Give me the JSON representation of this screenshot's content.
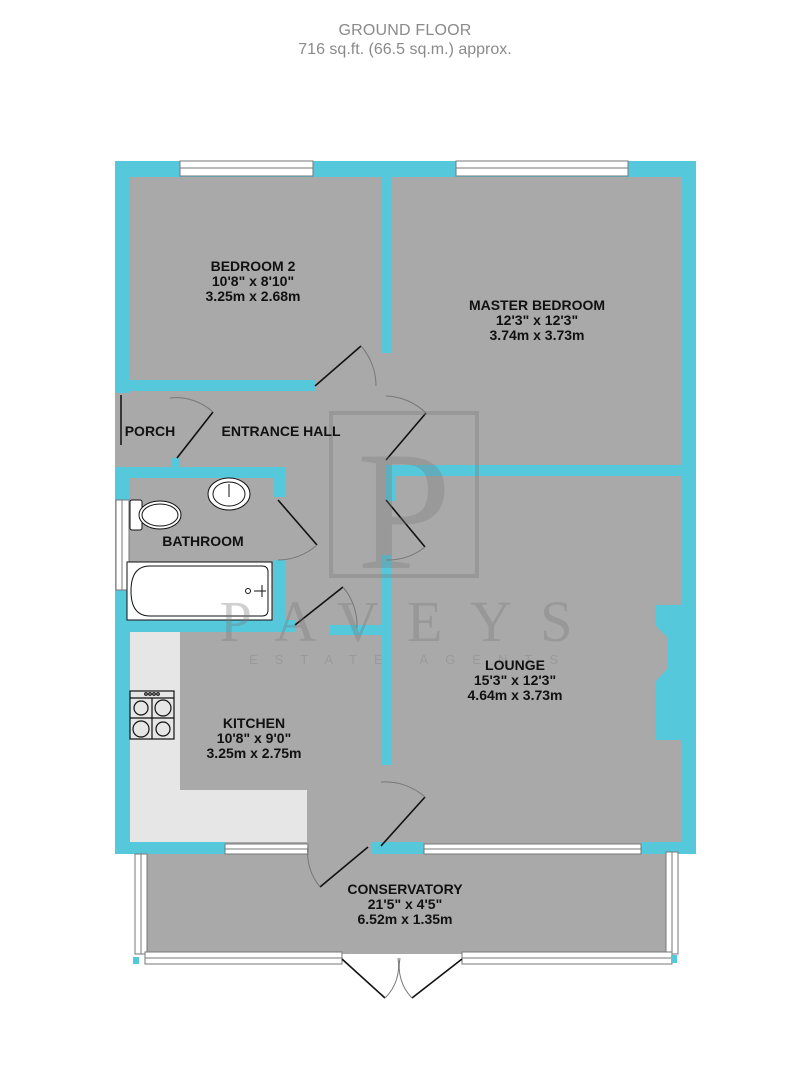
{
  "header": {
    "title": "GROUND FLOOR",
    "area": "716 sq.ft. (66.5 sq.m.) approx."
  },
  "colors": {
    "wall": "#55c8dc",
    "floor": "#a9a9a9",
    "counter": "#e6e6e6",
    "background": "#ffffff",
    "text": "#111111",
    "header_text": "#8a8a8a"
  },
  "watermark": {
    "name": "PAVEYS",
    "subtitle": "ESTATE AGENTS",
    "monogram": "P"
  },
  "rooms": [
    {
      "name": "BEDROOM 2",
      "imperial": "10'8\"  x 8'10\"",
      "metric": "3.25m  x 2.68m"
    },
    {
      "name": "MASTER BEDROOM",
      "imperial": "12'3\"  x 12'3\"",
      "metric": "3.74m  x 3.73m"
    },
    {
      "name": "PORCH"
    },
    {
      "name": "ENTRANCE HALL"
    },
    {
      "name": "BATHROOM"
    },
    {
      "name": "LOUNGE",
      "imperial": "15'3\"  x 12'3\"",
      "metric": "4.64m  x 3.73m"
    },
    {
      "name": "KITCHEN",
      "imperial": "10'8\"  x 9'0\"",
      "metric": "3.25m  x 2.75m"
    },
    {
      "name": "CONSERVATORY",
      "imperial": "21'5\"  x 4'5\"",
      "metric": "6.52m  x 1.35m"
    }
  ],
  "fixtures": [
    "toilet-icon",
    "washbasin-icon",
    "bathtub-icon",
    "hob-icon"
  ]
}
